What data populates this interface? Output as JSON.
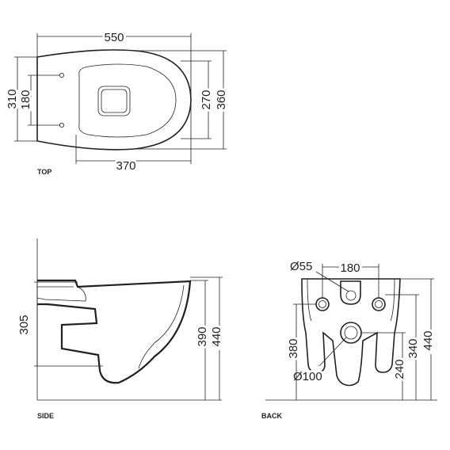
{
  "views": {
    "top": {
      "label": "TOP",
      "dims": {
        "length": "550",
        "outer_height": "310",
        "fix_spacing": "180",
        "seat_length": "370",
        "bowl_width": "270",
        "total_width": "360"
      }
    },
    "side": {
      "label": "SIDE",
      "dims": {
        "fix_height": "305",
        "rim_to_floor": "390",
        "total_height": "440"
      }
    },
    "back": {
      "label": "BACK",
      "dims": {
        "inlet_diameter": "Ø55",
        "inlet_spacing": "180",
        "outlet_diameter": "Ø100",
        "fix_height": "380",
        "outlet_height": "240",
        "inlet_height": "340",
        "total_height": "440"
      }
    }
  }
}
